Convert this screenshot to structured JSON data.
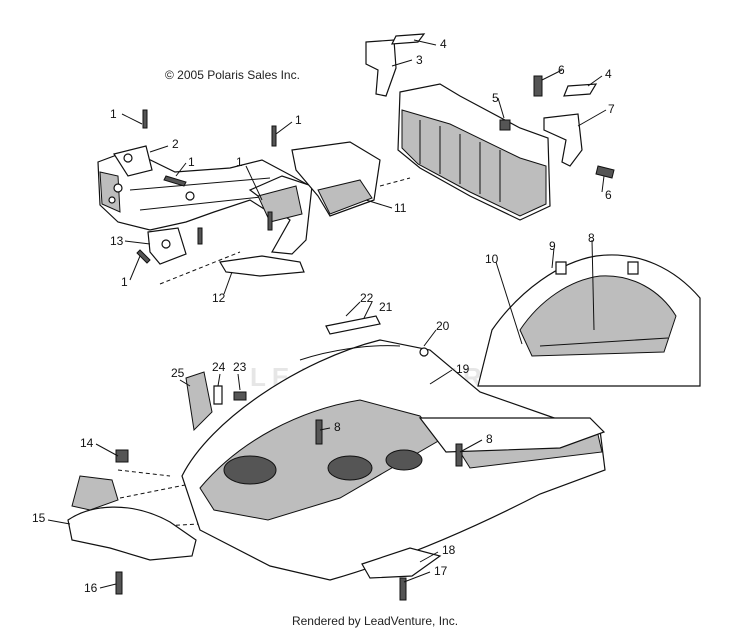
{
  "header": {
    "copyright": "© 2005 Polaris Sales Inc."
  },
  "footer": {
    "rendered_by": "Rendered by LeadVenture, Inc."
  },
  "watermark": {
    "text": "LEADVENTURE"
  },
  "callouts": [
    "1",
    "2",
    "3",
    "4",
    "5",
    "6",
    "7",
    "8",
    "9",
    "10",
    "11",
    "12",
    "13",
    "14",
    "15",
    "16",
    "17",
    "18",
    "19",
    "20",
    "21",
    "22",
    "23",
    "24",
    "25"
  ]
}
